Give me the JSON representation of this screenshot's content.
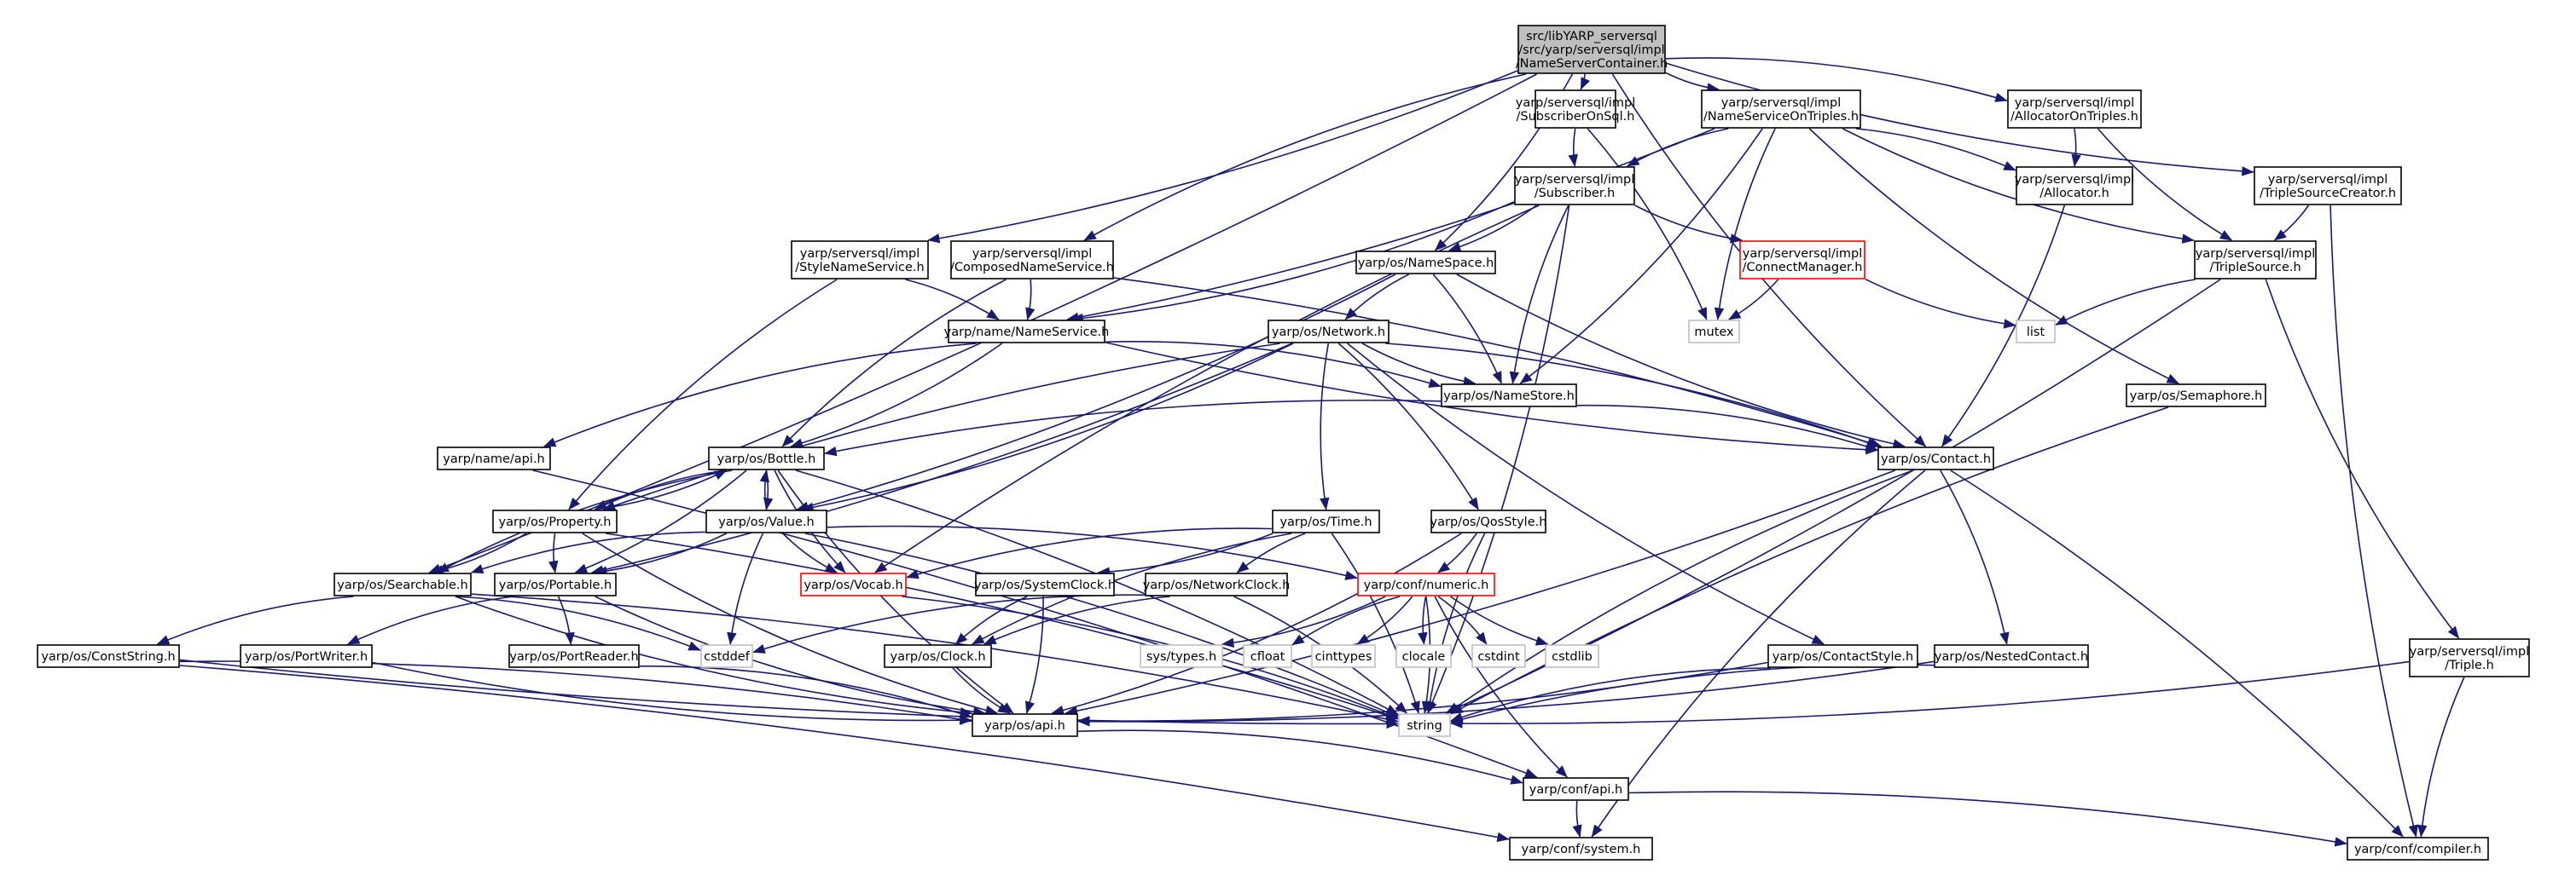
{
  "colors": {
    "edge": "#191970",
    "node_border": "#000000",
    "node_fill": "#ffffff",
    "root_fill": "#bfbfbf",
    "root_border": "#000000",
    "missing_border": "#ff0000",
    "external_border": "#bfbfbf",
    "text": "#000000"
  },
  "nodes": [
    {
      "id": "root",
      "lines": [
        "src/libYARP_serversql",
        "/src/yarp/serversql/impl",
        "/NameServerContainer.h"
      ],
      "kind": "root"
    },
    {
      "id": "subscriberOnSql",
      "lines": [
        "yarp/serversql/impl",
        "/SubscriberOnSql.h"
      ],
      "kind": "normal"
    },
    {
      "id": "nameServiceOnTriples",
      "lines": [
        "yarp/serversql/impl",
        "/NameServiceOnTriples.h"
      ],
      "kind": "normal"
    },
    {
      "id": "allocatorOnTriples",
      "lines": [
        "yarp/serversql/impl",
        "/AllocatorOnTriples.h"
      ],
      "kind": "normal"
    },
    {
      "id": "tripleSourceCreator",
      "lines": [
        "yarp/serversql/impl",
        "/TripleSourceCreator.h"
      ],
      "kind": "normal"
    },
    {
      "id": "subscriber",
      "lines": [
        "yarp/serversql/impl",
        "/Subscriber.h"
      ],
      "kind": "normal"
    },
    {
      "id": "allocator",
      "lines": [
        "yarp/serversql/impl",
        "/Allocator.h"
      ],
      "kind": "normal"
    },
    {
      "id": "tripleSource",
      "lines": [
        "yarp/serversql/impl",
        "/TripleSource.h"
      ],
      "kind": "normal"
    },
    {
      "id": "styleNameService",
      "lines": [
        "yarp/serversql/impl",
        "/StyleNameService.h"
      ],
      "kind": "normal"
    },
    {
      "id": "composedNameService",
      "lines": [
        "yarp/serversql/impl",
        "/ComposedNameService.h"
      ],
      "kind": "normal"
    },
    {
      "id": "nameSpace",
      "lines": [
        "yarp/os/NameSpace.h"
      ],
      "kind": "normal"
    },
    {
      "id": "connectManager",
      "lines": [
        "yarp/serversql/impl",
        "/ConnectManager.h"
      ],
      "kind": "missing"
    },
    {
      "id": "mutex",
      "lines": [
        "mutex"
      ],
      "kind": "external"
    },
    {
      "id": "list",
      "lines": [
        "list"
      ],
      "kind": "external"
    },
    {
      "id": "nameService",
      "lines": [
        "yarp/name/NameService.h"
      ],
      "kind": "normal"
    },
    {
      "id": "network",
      "lines": [
        "yarp/os/Network.h"
      ],
      "kind": "normal"
    },
    {
      "id": "nameStore",
      "lines": [
        "yarp/os/NameStore.h"
      ],
      "kind": "normal"
    },
    {
      "id": "semaphore",
      "lines": [
        "yarp/os/Semaphore.h"
      ],
      "kind": "normal"
    },
    {
      "id": "nameApi",
      "lines": [
        "yarp/name/api.h"
      ],
      "kind": "normal"
    },
    {
      "id": "bottle",
      "lines": [
        "yarp/os/Bottle.h"
      ],
      "kind": "normal"
    },
    {
      "id": "contact",
      "lines": [
        "yarp/os/Contact.h"
      ],
      "kind": "normal"
    },
    {
      "id": "property",
      "lines": [
        "yarp/os/Property.h"
      ],
      "kind": "normal"
    },
    {
      "id": "value",
      "lines": [
        "yarp/os/Value.h"
      ],
      "kind": "normal"
    },
    {
      "id": "time",
      "lines": [
        "yarp/os/Time.h"
      ],
      "kind": "normal"
    },
    {
      "id": "qosStyle",
      "lines": [
        "yarp/os/QosStyle.h"
      ],
      "kind": "normal"
    },
    {
      "id": "searchable",
      "lines": [
        "yarp/os/Searchable.h"
      ],
      "kind": "normal"
    },
    {
      "id": "portable",
      "lines": [
        "yarp/os/Portable.h"
      ],
      "kind": "normal"
    },
    {
      "id": "vocab",
      "lines": [
        "yarp/os/Vocab.h"
      ],
      "kind": "missing"
    },
    {
      "id": "systemClock",
      "lines": [
        "yarp/os/SystemClock.h"
      ],
      "kind": "normal"
    },
    {
      "id": "networkClock",
      "lines": [
        "yarp/os/NetworkClock.h"
      ],
      "kind": "normal"
    },
    {
      "id": "numeric",
      "lines": [
        "yarp/conf/numeric.h"
      ],
      "kind": "missing"
    },
    {
      "id": "cstddef",
      "lines": [
        "cstddef"
      ],
      "kind": "external"
    },
    {
      "id": "constString",
      "lines": [
        "yarp/os/ConstString.h"
      ],
      "kind": "normal"
    },
    {
      "id": "portWriter",
      "lines": [
        "yarp/os/PortWriter.h"
      ],
      "kind": "normal"
    },
    {
      "id": "portReader",
      "lines": [
        "yarp/os/PortReader.h"
      ],
      "kind": "normal"
    },
    {
      "id": "clock",
      "lines": [
        "yarp/os/Clock.h"
      ],
      "kind": "normal"
    },
    {
      "id": "sysTypes",
      "lines": [
        "sys/types.h"
      ],
      "kind": "external"
    },
    {
      "id": "cfloat",
      "lines": [
        "cfloat"
      ],
      "kind": "external"
    },
    {
      "id": "cinttypes",
      "lines": [
        "cinttypes"
      ],
      "kind": "external"
    },
    {
      "id": "clocale",
      "lines": [
        "clocale"
      ],
      "kind": "external"
    },
    {
      "id": "cstdint",
      "lines": [
        "cstdint"
      ],
      "kind": "external"
    },
    {
      "id": "cstdlib",
      "lines": [
        "cstdlib"
      ],
      "kind": "external"
    },
    {
      "id": "contactStyle",
      "lines": [
        "yarp/os/ContactStyle.h"
      ],
      "kind": "normal"
    },
    {
      "id": "nestedContact",
      "lines": [
        "yarp/os/NestedContact.h"
      ],
      "kind": "normal"
    },
    {
      "id": "triple",
      "lines": [
        "yarp/serversql/impl",
        "/Triple.h"
      ],
      "kind": "normal"
    },
    {
      "id": "osApi",
      "lines": [
        "yarp/os/api.h"
      ],
      "kind": "normal"
    },
    {
      "id": "string",
      "lines": [
        "string"
      ],
      "kind": "external"
    },
    {
      "id": "confApi",
      "lines": [
        "yarp/conf/api.h"
      ],
      "kind": "normal"
    },
    {
      "id": "confSystem",
      "lines": [
        "yarp/conf/system.h"
      ],
      "kind": "normal"
    },
    {
      "id": "confCompiler",
      "lines": [
        "yarp/conf/compiler.h"
      ],
      "kind": "normal"
    }
  ],
  "edges": [
    [
      "root",
      "subscriberOnSql"
    ],
    [
      "root",
      "nameServiceOnTriples"
    ],
    [
      "root",
      "allocatorOnTriples"
    ],
    [
      "root",
      "tripleSourceCreator"
    ],
    [
      "root",
      "styleNameService"
    ],
    [
      "root",
      "composedNameService"
    ],
    [
      "root",
      "nameSpace"
    ],
    [
      "root",
      "contact"
    ],
    [
      "root",
      "searchable"
    ],
    [
      "subscriberOnSql",
      "subscriber"
    ],
    [
      "subscriberOnSql",
      "mutex"
    ],
    [
      "nameServiceOnTriples",
      "subscriber"
    ],
    [
      "nameServiceOnTriples",
      "allocator"
    ],
    [
      "nameServiceOnTriples",
      "tripleSource"
    ],
    [
      "nameServiceOnTriples",
      "nameService"
    ],
    [
      "nameServiceOnTriples",
      "mutex"
    ],
    [
      "nameServiceOnTriples",
      "nameStore"
    ],
    [
      "nameServiceOnTriples",
      "semaphore"
    ],
    [
      "allocatorOnTriples",
      "allocator"
    ],
    [
      "allocatorOnTriples",
      "tripleSource"
    ],
    [
      "tripleSourceCreator",
      "tripleSource"
    ],
    [
      "tripleSourceCreator",
      "confCompiler"
    ],
    [
      "subscriber",
      "nameSpace"
    ],
    [
      "subscriber",
      "connectManager"
    ],
    [
      "subscriber",
      "nameService"
    ],
    [
      "subscriber",
      "nameStore"
    ],
    [
      "subscriber",
      "string"
    ],
    [
      "subscriber",
      "vocab"
    ],
    [
      "connectManager",
      "mutex"
    ],
    [
      "connectManager",
      "list"
    ],
    [
      "allocator",
      "contact"
    ],
    [
      "tripleSource",
      "list"
    ],
    [
      "tripleSource",
      "string"
    ],
    [
      "tripleSource",
      "triple"
    ],
    [
      "styleNameService",
      "nameService"
    ],
    [
      "styleNameService",
      "property"
    ],
    [
      "composedNameService",
      "nameService"
    ],
    [
      "composedNameService",
      "bottle"
    ],
    [
      "composedNameService",
      "contact"
    ],
    [
      "nameSpace",
      "network"
    ],
    [
      "nameSpace",
      "nameStore"
    ],
    [
      "nameSpace",
      "contact"
    ],
    [
      "nameSpace",
      "value"
    ],
    [
      "nameService",
      "nameApi"
    ],
    [
      "nameService",
      "bottle"
    ],
    [
      "nameService",
      "contact"
    ],
    [
      "nameService",
      "nameStore"
    ],
    [
      "network",
      "nameStore"
    ],
    [
      "network",
      "contact"
    ],
    [
      "network",
      "property"
    ],
    [
      "network",
      "value"
    ],
    [
      "network",
      "time"
    ],
    [
      "network",
      "qosStyle"
    ],
    [
      "network",
      "contactStyle"
    ],
    [
      "network",
      "portable"
    ],
    [
      "nameStore",
      "bottle"
    ],
    [
      "nameStore",
      "contact"
    ],
    [
      "semaphore",
      "string"
    ],
    [
      "nameApi",
      "confApi"
    ],
    [
      "bottle",
      "property"
    ],
    [
      "bottle",
      "value"
    ],
    [
      "bottle",
      "searchable"
    ],
    [
      "bottle",
      "portable"
    ],
    [
      "bottle",
      "vocab"
    ],
    [
      "bottle",
      "string"
    ],
    [
      "bottle",
      "osApi"
    ],
    [
      "contact",
      "nestedContact"
    ],
    [
      "contact",
      "string"
    ],
    [
      "contact",
      "osApi"
    ],
    [
      "contact",
      "confSystem"
    ],
    [
      "contact",
      "confCompiler"
    ],
    [
      "property",
      "bottle"
    ],
    [
      "property",
      "searchable"
    ],
    [
      "property",
      "portable"
    ],
    [
      "property",
      "string"
    ],
    [
      "property",
      "osApi"
    ],
    [
      "value",
      "bottle"
    ],
    [
      "value",
      "searchable"
    ],
    [
      "value",
      "portable"
    ],
    [
      "value",
      "vocab"
    ],
    [
      "value",
      "numeric"
    ],
    [
      "value",
      "cstddef"
    ],
    [
      "value",
      "string"
    ],
    [
      "time",
      "clock"
    ],
    [
      "time",
      "systemClock"
    ],
    [
      "time",
      "networkClock"
    ],
    [
      "time",
      "string"
    ],
    [
      "time",
      "vocab"
    ],
    [
      "qosStyle",
      "numeric"
    ],
    [
      "qosStyle",
      "string"
    ],
    [
      "qosStyle",
      "osApi"
    ],
    [
      "searchable",
      "constString"
    ],
    [
      "searchable",
      "string"
    ],
    [
      "searchable",
      "osApi"
    ],
    [
      "searchable",
      "cstddef"
    ],
    [
      "portable",
      "portWriter"
    ],
    [
      "portable",
      "portReader"
    ],
    [
      "portable",
      "osApi"
    ],
    [
      "vocab",
      "string"
    ],
    [
      "systemClock",
      "clock"
    ],
    [
      "systemClock",
      "osApi"
    ],
    [
      "networkClock",
      "clock"
    ],
    [
      "networkClock",
      "string"
    ],
    [
      "networkClock",
      "cstddef"
    ],
    [
      "numeric",
      "sysTypes"
    ],
    [
      "numeric",
      "cfloat"
    ],
    [
      "numeric",
      "cinttypes"
    ],
    [
      "numeric",
      "clocale"
    ],
    [
      "numeric",
      "cstdint"
    ],
    [
      "numeric",
      "cstdlib"
    ],
    [
      "numeric",
      "string"
    ],
    [
      "numeric",
      "confApi"
    ],
    [
      "constString",
      "osApi"
    ],
    [
      "constString",
      "string"
    ],
    [
      "constString",
      "confSystem"
    ],
    [
      "portWriter",
      "osApi"
    ],
    [
      "portReader",
      "osApi"
    ],
    [
      "clock",
      "osApi"
    ],
    [
      "contactStyle",
      "osApi"
    ],
    [
      "contactStyle",
      "string"
    ],
    [
      "nestedContact",
      "osApi"
    ],
    [
      "nestedContact",
      "string"
    ],
    [
      "triple",
      "string"
    ],
    [
      "triple",
      "confCompiler"
    ],
    [
      "osApi",
      "confApi"
    ],
    [
      "confApi",
      "confSystem"
    ],
    [
      "confApi",
      "confCompiler"
    ]
  ]
}
